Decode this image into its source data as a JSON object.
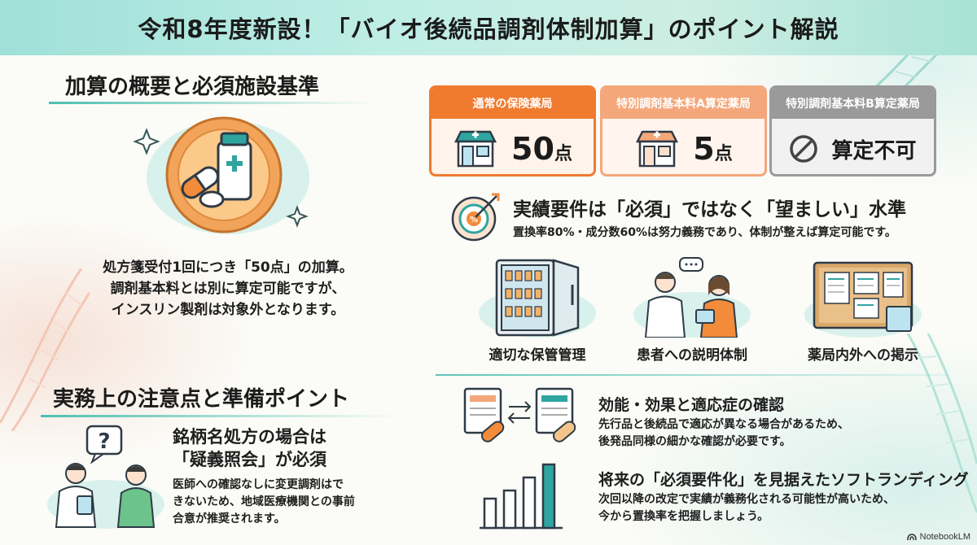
{
  "header": {
    "title": "令和8年度新設！「バイオ後続品調剤体制加算」のポイント解説"
  },
  "section1": {
    "title": "加算の概要と必須施設基準",
    "description": [
      "処方箋受付1回につき「50点」の加算。",
      "調剤基本料とは別に算定可能ですが、",
      "インスリン製剤は対象外となります。"
    ],
    "coin_icon": "medicine-coin-icon"
  },
  "cards": [
    {
      "title": "通常の保険薬局",
      "value": "50",
      "unit": "点",
      "icon": "pharmacy-store-icon",
      "color": "#f07a2e"
    },
    {
      "title": "特別調剤基本料A算定薬局",
      "value": "5",
      "unit": "点",
      "icon": "pharmacy-store-icon",
      "color": "#f4a77a"
    },
    {
      "title": "特別調剤基本料B算定薬局",
      "value": "算定不可",
      "unit": "",
      "icon": "prohibited-icon",
      "color": "#9a9a9a"
    }
  ],
  "requirement": {
    "title": "実績要件は「必須」ではなく「望ましい」水準",
    "subtitle": "置換率80%・成分数60%は努力義務であり、体制が整えば算定可能です。",
    "icon": "target-percent-icon"
  },
  "facilities": [
    {
      "label": "適切な保管管理",
      "icon": "medicine-refrigerator-icon"
    },
    {
      "label": "患者への説明体制",
      "icon": "pharmacist-patient-icon"
    },
    {
      "label": "薬局内外への掲示",
      "icon": "bulletin-board-icon"
    }
  ],
  "section2": {
    "title": "実務上の注意点と準備ポイント",
    "brand": {
      "title": [
        "銘柄名処方の場合は",
        "「疑義照会」が必須"
      ],
      "text": [
        "医師への確認なしに変更調剤はで",
        "きないため、地域医療機関との事前",
        "合意が推奨されます。"
      ],
      "icon": "question-consultation-icon"
    },
    "efficacy": {
      "title": "効能・効果と適応症の確認",
      "text": [
        "先行品と後続品で適応が異なる場合があるため、",
        "後発品同様の細かな確認が必要です。"
      ],
      "icon": "document-compare-icon"
    },
    "future": {
      "title": "将来の「必須要件化」を見据えたソフトランディング",
      "text": [
        "次回以降の改定で実績が義務化される可能性が高いため、",
        "今から置換率を把握しましょう。"
      ],
      "icon": "bar-chart-icon"
    }
  },
  "watermark": "NotebookLM"
}
